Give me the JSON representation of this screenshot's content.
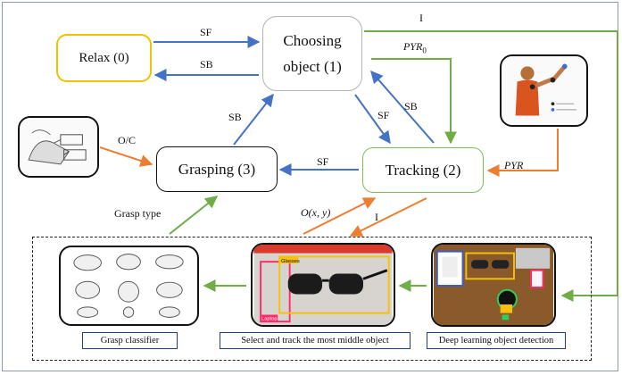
{
  "states": {
    "relax": "Relax (0)",
    "choosing_line1": "Choosing",
    "choosing_line2": "object (1)",
    "grasping": "Grasping (3)",
    "tracking": "Tracking (2)"
  },
  "transitions": {
    "relax_to_choosing": "SF",
    "choosing_to_relax": "SB",
    "grasping_to_choosing": "SB",
    "choosing_to_tracking_forward": "SF",
    "tracking_to_choosing_back": "SB",
    "tracking_to_grasping": "SF",
    "choosing_to_pipeline": "I",
    "choosing_to_tracking_pyr0": "PYR",
    "pyr0_subscript": "0",
    "imu_to_tracking": "PYR",
    "glove_to_grasping": "O/C",
    "pipeline_to_grasping": "Grasp type",
    "pipeline_to_tracking_object": "O(x, y)",
    "tracking_to_pipeline": "I"
  },
  "pipeline": {
    "classifier_caption": "Grasp classifier",
    "select_caption": "Select and track the most middle object",
    "detection_caption": "Deep learning object detection",
    "glasses_labels": [
      "Glasses",
      "Laptop"
    ]
  },
  "colors": {
    "blue_arrow": "#4472c4",
    "green_arrow": "#70ad47",
    "orange_arrow": "#ed7d31",
    "relax_border": "#f2c200",
    "tracking_border": "#7cbf55"
  }
}
